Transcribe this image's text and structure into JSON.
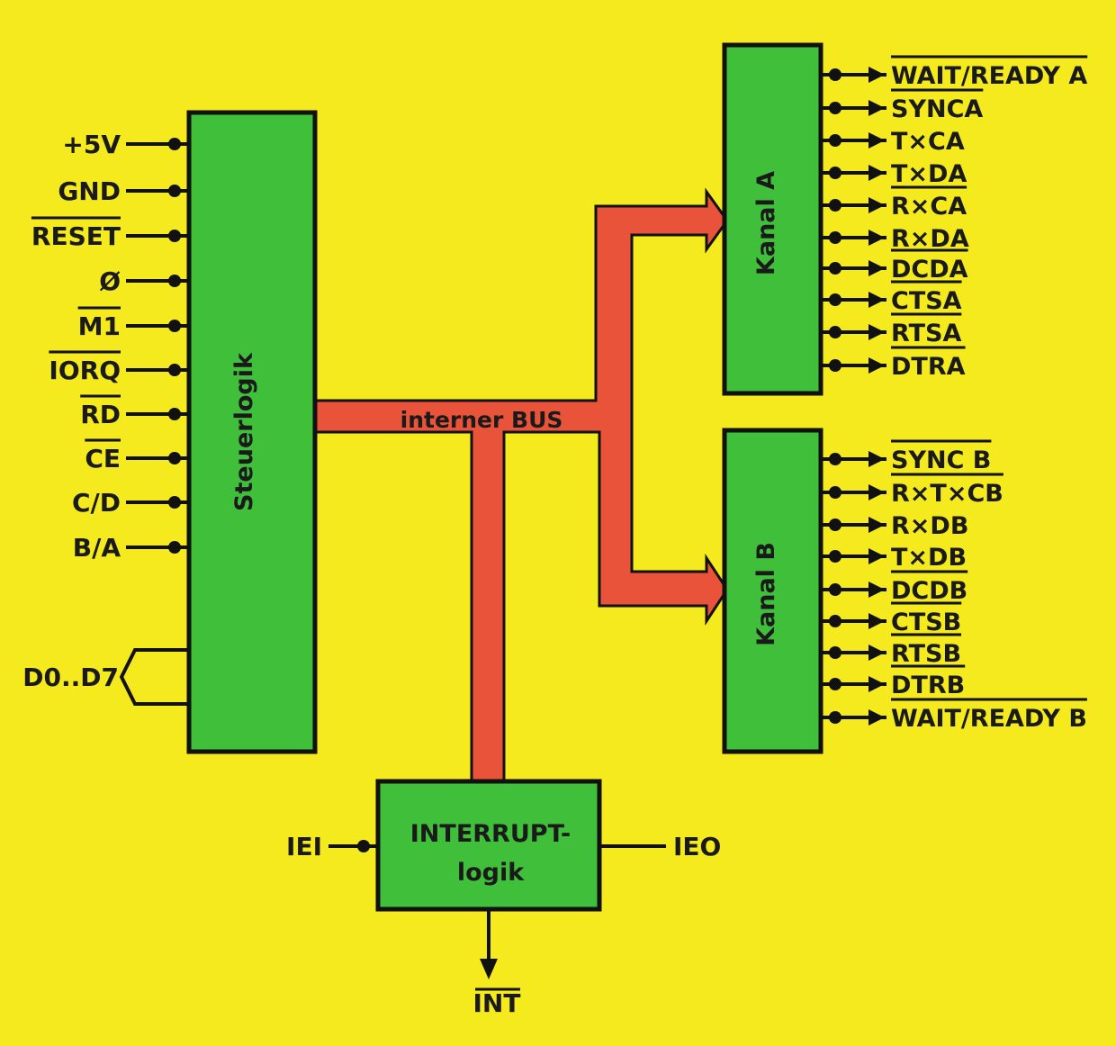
{
  "blocks": {
    "control": "Steuerlogik",
    "channel_a": "Kanal  A",
    "channel_b": "Kanal  B",
    "interrupt_line1": "INTERRUPT-",
    "interrupt_line2": "logik"
  },
  "bus_label": "interner BUS",
  "left_pins": [
    "+5V",
    "GND",
    "RESET",
    "Ø",
    "M1",
    "IORQ",
    "RD",
    "CE",
    "C/D",
    "B/A"
  ],
  "data_bus_label": "D0..D7",
  "channel_a_pins": [
    "WAIT/READY A",
    "SYNCA",
    "T×CA",
    "T×DA",
    "R×CA",
    "R×DA",
    "DCDA",
    "CTSA",
    "RTSA",
    "DTRA"
  ],
  "channel_b_pins": [
    "SYNC B",
    "R×T×CB",
    "R×DB",
    "T×DB",
    "DCDB",
    "CTSB",
    "RTSB",
    "DTRB",
    "WAIT/READY B"
  ],
  "interrupt_pins": {
    "in": "IEI",
    "out": "IEO",
    "int": "INT"
  },
  "colors": {
    "background": "#f4ea1d",
    "block": "#3fbf3a",
    "bus": "#e8533a",
    "ink": "#111111"
  }
}
